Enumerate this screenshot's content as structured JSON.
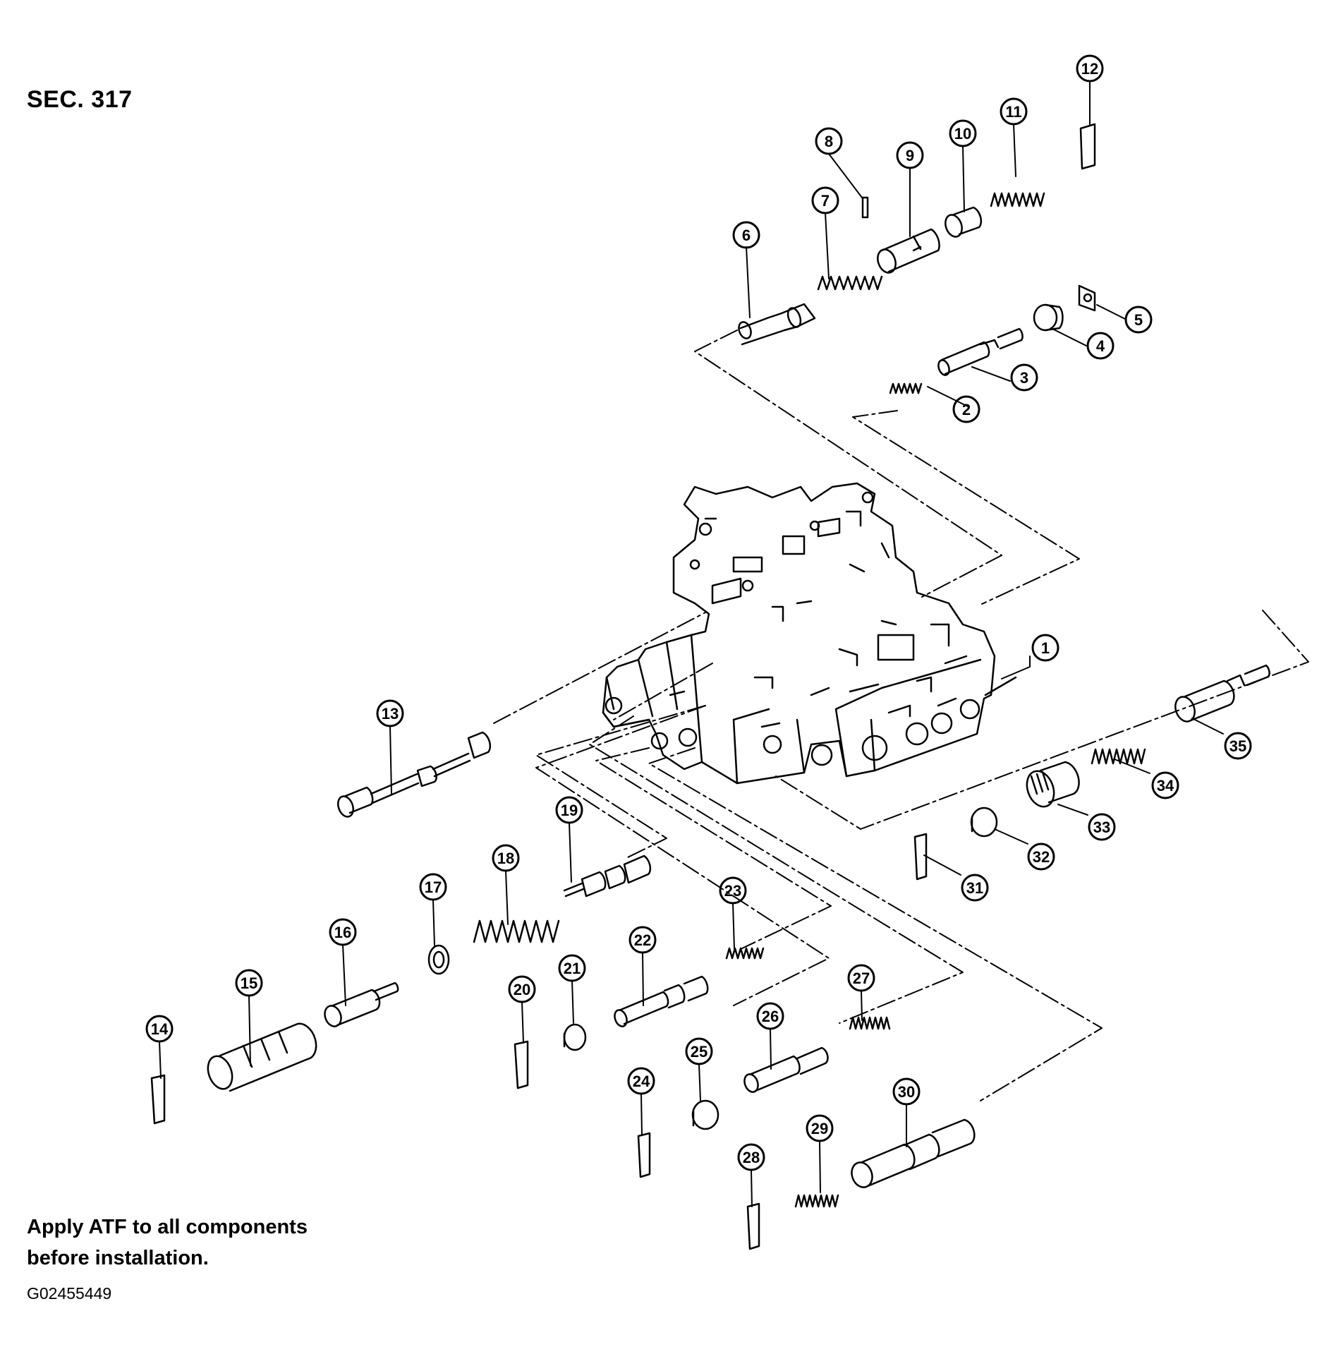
{
  "header": {
    "section": "SEC. 317"
  },
  "note": {
    "line1": "Apply ATF to all components",
    "line2": "before installation."
  },
  "figure": {
    "code": "G02455449"
  },
  "callouts": [
    "1",
    "2",
    "3",
    "4",
    "5",
    "6",
    "7",
    "8",
    "9",
    "10",
    "11",
    "12",
    "13",
    "14",
    "15",
    "16",
    "17",
    "18",
    "19",
    "20",
    "21",
    "22",
    "23",
    "24",
    "25",
    "26",
    "27",
    "28",
    "29",
    "30",
    "31",
    "32",
    "33",
    "34",
    "35"
  ],
  "colors": {
    "ink": "#000000",
    "background": "#ffffff"
  }
}
